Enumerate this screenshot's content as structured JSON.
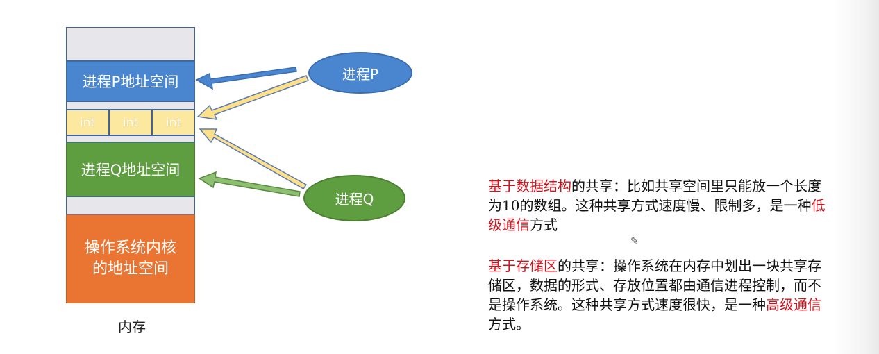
{
  "memory": {
    "segment_p": "进程P地址空间",
    "int_cells": [
      "int",
      "int",
      "int"
    ],
    "segment_q": "进程Q地址空间",
    "kernel_line1": "操作系统内核",
    "kernel_line2": "的地址空间",
    "label": "内存"
  },
  "processes": {
    "p": "进程P",
    "q": "进程Q"
  },
  "notes": {
    "note1": {
      "highlight": "基于数据结构",
      "text_a": "的共享：比如共享空间里只能放一个长度为10的数组。这种共享方式速度慢、限制多，是一种",
      "highlight2": "低级通信",
      "text_b": "方式"
    },
    "note2": {
      "highlight": "基于存储区",
      "text_a": "的共享：操作系统在内存中划出一块共享存储区，数据的形式、存放位置都由通信进程控制，而不是操作系统。这种共享方式速度很快，是一种",
      "highlight2": "高级通信",
      "text_b": "方式。"
    }
  },
  "colors": {
    "blue": "#4a86d0",
    "green": "#5f9e40",
    "orange": "#ea7431",
    "yellow": "#fde8a0",
    "gray": "#e6e6eb",
    "red_text": "#d0141e"
  }
}
